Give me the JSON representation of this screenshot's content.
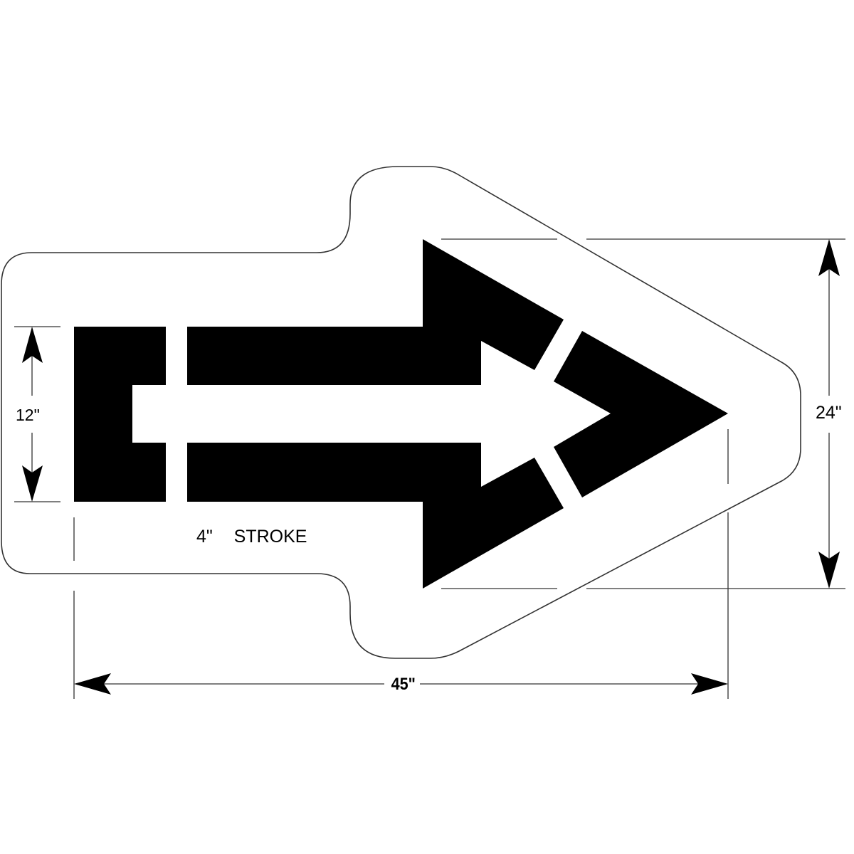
{
  "diagram": {
    "title": "Arrow stencil dimension drawing",
    "colors": {
      "fill": "#000000",
      "outline": "#333333",
      "background": "#ffffff"
    },
    "dimensions": {
      "height_shaft": "12\"",
      "height_head": "24\"",
      "overall_length": "45\""
    },
    "annotations": {
      "stroke": "4\"  STROKE"
    },
    "parts": [
      "stencil-outline",
      "tail-bracket",
      "shaft-with-head-back",
      "arrowhead-tip",
      "dimension-lines"
    ]
  }
}
